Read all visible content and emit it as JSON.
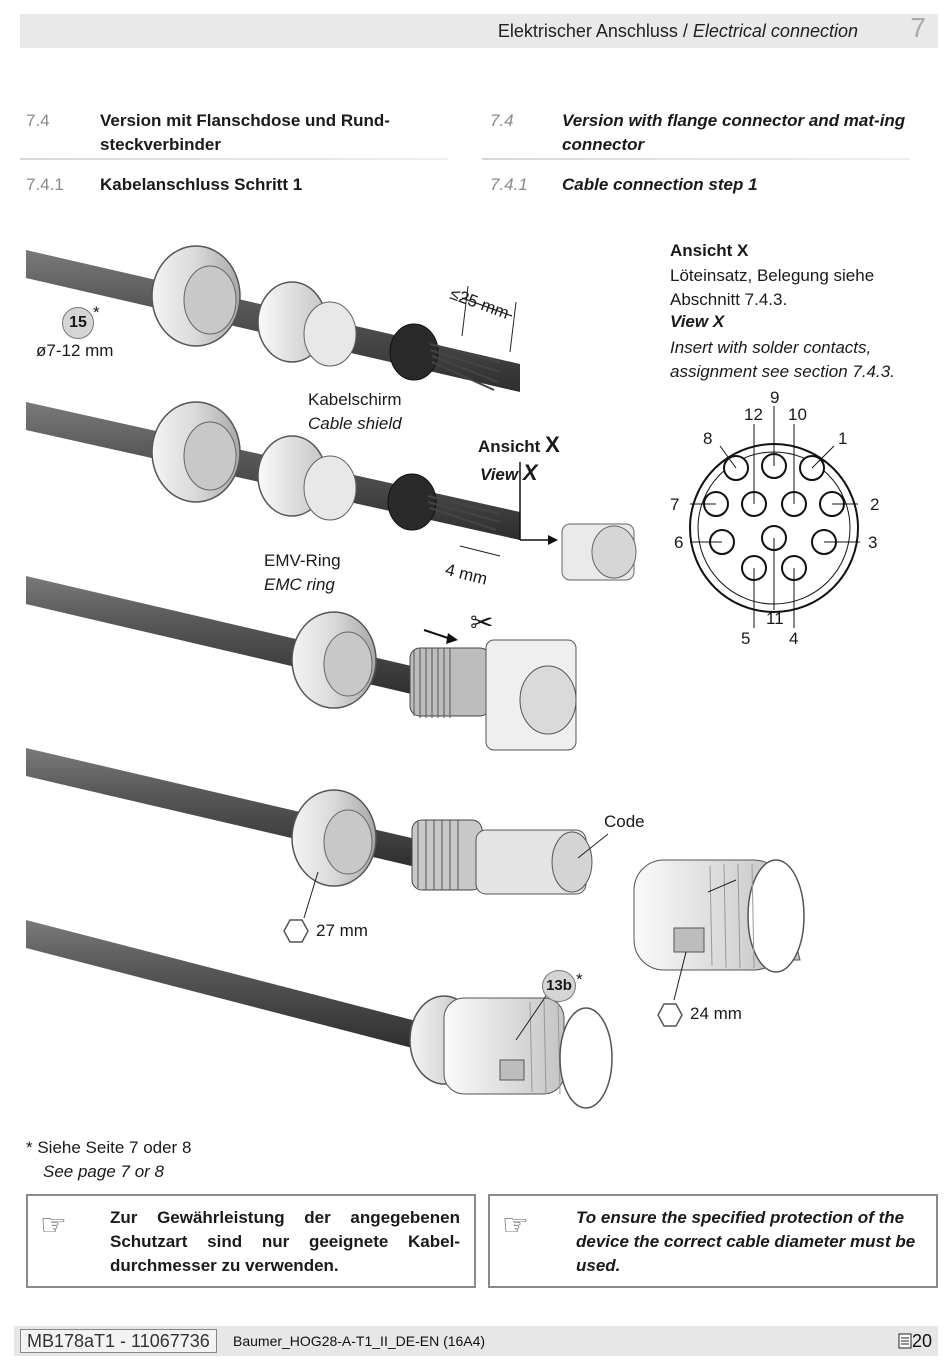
{
  "header": {
    "title_de": "Elektrischer Anschluss /",
    "title_en": "Electrical connection",
    "chapter": "7"
  },
  "sections": {
    "de": {
      "num1": "7.4",
      "title1": "Version mit Flanschdose und Rund-steckverbinder",
      "num2": "7.4.1",
      "title2": "Kabelanschluss Schritt 1"
    },
    "en": {
      "num1": "7.4",
      "title1": "Version with flange connector and mat-ing connector",
      "num2": "7.4.1",
      "title2": "Cable connection step 1"
    }
  },
  "view_x": {
    "heading_de": "Ansicht X",
    "text_de": "Löteinsatz, Belegung siehe Abschnitt 7.4.3.",
    "heading_en": "View X",
    "text_en": "Insert with solder contacts, assignment see section 7.4.3."
  },
  "figure": {
    "badge_15": "15",
    "asterisk": "*",
    "diameter": "ø7-12 mm",
    "strip_length": "≤25 mm",
    "shield_de": "Kabelschirm",
    "shield_en": "Cable shield",
    "ansicht": "Ansicht",
    "view": "View",
    "x": "X",
    "emv_de": "EMV-Ring",
    "emv_en": "EMC ring",
    "len_4mm": "4 mm",
    "code": "Code",
    "wrench_27": "27 mm",
    "wrench_24": "24 mm",
    "badge_13b": "13b",
    "pins": [
      "1",
      "2",
      "3",
      "4",
      "5",
      "6",
      "7",
      "8",
      "9",
      "10",
      "11",
      "12"
    ]
  },
  "footnote": {
    "de": "*  Siehe Seite 7 oder 8",
    "en": "See page 7 or 8"
  },
  "notes": {
    "de": "Zur Gewährleistung der angegebenen Schutzart sind nur geeignete Kabel-durchmesser zu verwenden.",
    "en": "To ensure the specified protection of the device the correct cable diameter must be used."
  },
  "footer": {
    "doc_id": "MB178aT1 - 11067736",
    "file": "Baumer_HOG28-A-T1_II_DE-EN (16A4)",
    "page": "20"
  },
  "icons": [
    "pointing-hand-icon",
    "scissors-icon",
    "hexagon-wrench-icon",
    "document-icon"
  ]
}
